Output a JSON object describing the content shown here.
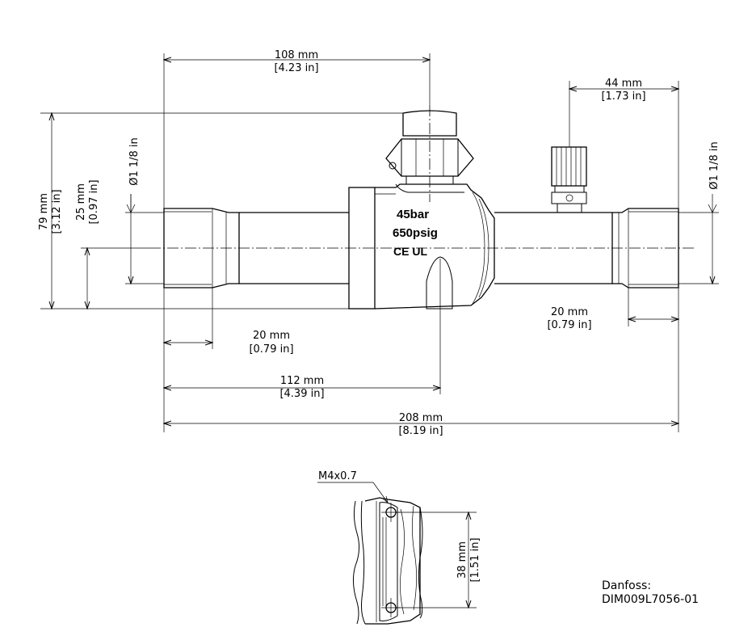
{
  "dimensions": {
    "d108": {
      "mm": "108 mm",
      "in": "[4.23 in]"
    },
    "d44": {
      "mm": "44 mm",
      "in": "[1.73 in]"
    },
    "d79": {
      "mm": "79 mm",
      "in": "[3.12 in]"
    },
    "d25": {
      "mm": "25 mm",
      "in": "[0.97 in]"
    },
    "dia_left": "Ø1 1/8 in",
    "dia_right": "Ø1 1/8 in",
    "d20_left": {
      "mm": "20 mm",
      "in": "[0.79 in]"
    },
    "d20_right": {
      "mm": "20 mm",
      "in": "[0.79 in]"
    },
    "d112": {
      "mm": "112 mm",
      "in": "[4.39 in]"
    },
    "d208": {
      "mm": "208 mm",
      "in": "[8.19 in]"
    },
    "d38": {
      "mm": "38 mm",
      "in": "[1.51 in]"
    }
  },
  "body_markings": {
    "pressure_bar": "45bar",
    "pressure_psig": "650psig",
    "certifications": "CE UL"
  },
  "thread_label": "M4x0.7",
  "caption": {
    "brand": "Danfoss:",
    "drawing_id": "DIM009L7056-01"
  }
}
